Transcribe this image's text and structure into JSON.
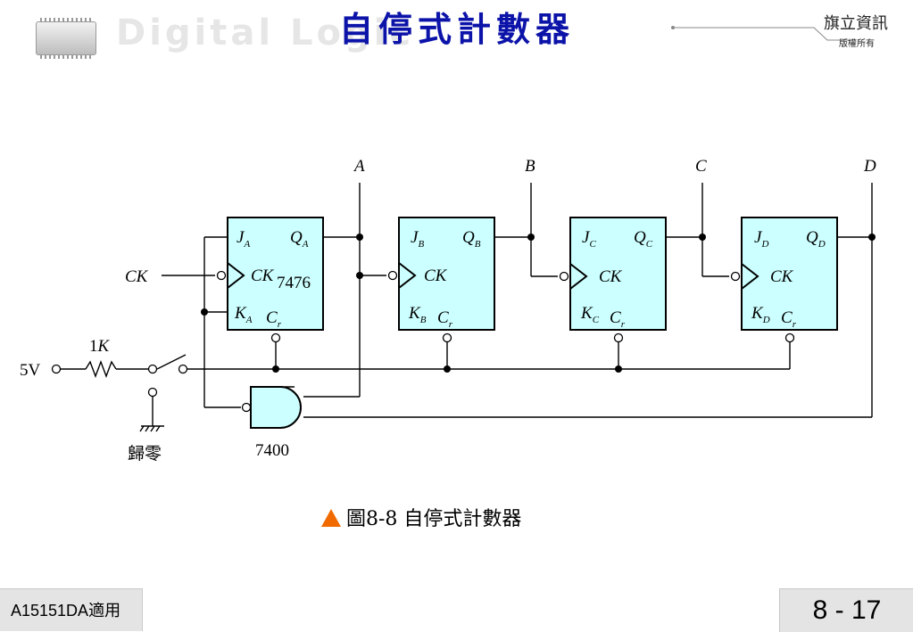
{
  "header": {
    "brand_watermark": "Digital Logic",
    "title": "自停式計數器",
    "publisher": "旗立資訊",
    "copyright": "版權所有"
  },
  "diagram": {
    "outputs": [
      "A",
      "B",
      "C",
      "D"
    ],
    "flipflops": [
      {
        "j": "J",
        "j_sub": "A",
        "q": "Q",
        "q_sub": "A",
        "ck": "CK",
        "k": "K",
        "k_sub": "A",
        "cr": "C",
        "cr_sub": "r",
        "part": "7476"
      },
      {
        "j": "J",
        "j_sub": "B",
        "q": "Q",
        "q_sub": "B",
        "ck": "CK",
        "k": "K",
        "k_sub": "B",
        "cr": "C",
        "cr_sub": "r"
      },
      {
        "j": "J",
        "j_sub": "C",
        "q": "Q",
        "q_sub": "C",
        "ck": "CK",
        "k": "K",
        "k_sub": "C",
        "cr": "C",
        "cr_sub": "r"
      },
      {
        "j": "J",
        "j_sub": "D",
        "q": "Q",
        "q_sub": "D",
        "ck": "CK",
        "k": "K",
        "k_sub": "D",
        "cr": "C",
        "cr_sub": "r"
      }
    ],
    "clock_label": "CK",
    "supply_label": "5V",
    "resistor_label_num": "1",
    "resistor_label_unit": "K",
    "reset_label": "歸零",
    "gate_label": "7400",
    "ff_fill": "#ccffff"
  },
  "caption": {
    "marker_color": "#f06a00",
    "text": "圖8-8 自停式計數器"
  },
  "footer": {
    "left": "A15151DA適用",
    "page": "8 - 17"
  }
}
